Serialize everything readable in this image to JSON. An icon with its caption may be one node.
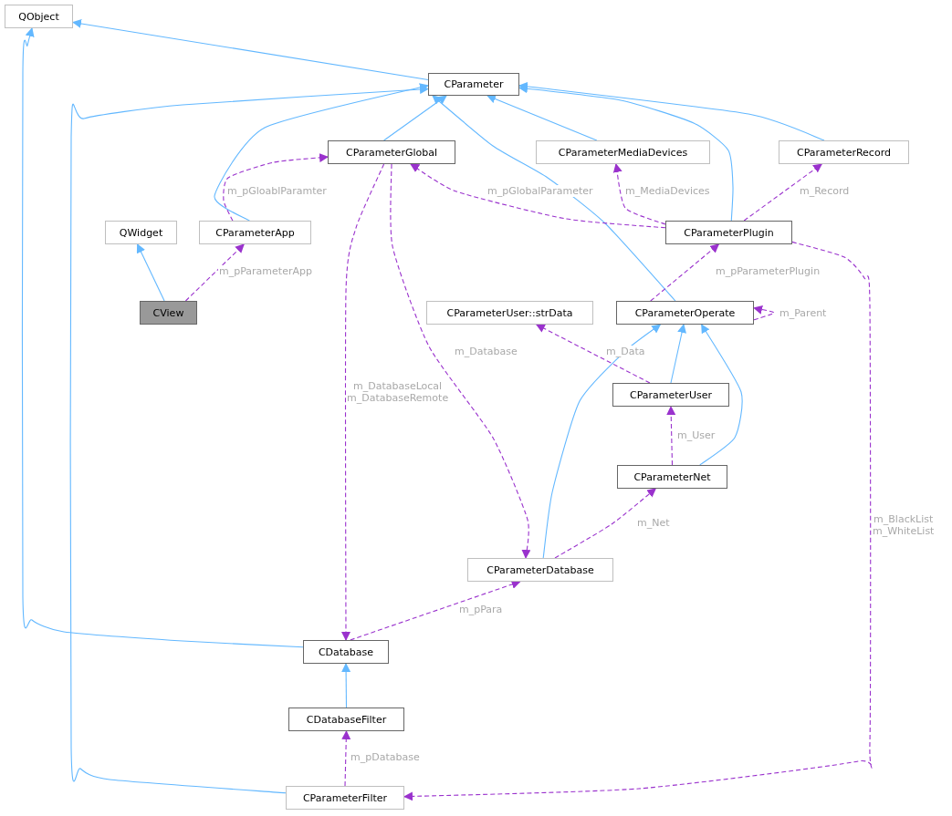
{
  "diagram": {
    "nodes": [
      {
        "text": [
          "QObject"
        ]
      },
      {
        "text": [
          "CParameter"
        ]
      },
      {
        "text": [
          "CParameterGlobal"
        ]
      },
      {
        "text": [
          "CParameterMediaDevices"
        ]
      },
      {
        "text": [
          "CParameterRecord"
        ]
      },
      {
        "text": [
          "QWidget"
        ]
      },
      {
        "text": [
          "CParameterApp"
        ]
      },
      {
        "text": [
          "CParameterPlugin"
        ]
      },
      {
        "text": [
          "CView"
        ]
      },
      {
        "text": [
          "CParameterUser::strData"
        ]
      },
      {
        "text": [
          "CParameterOperate"
        ]
      },
      {
        "text": [
          "CParameterUser"
        ]
      },
      {
        "text": [
          "CParameterNet"
        ]
      },
      {
        "text": [
          "CParameterDatabase"
        ]
      },
      {
        "text": [
          "CDatabase"
        ]
      },
      {
        "text": [
          "CDatabaseFilter"
        ]
      },
      {
        "text": [
          "CParameterFilter"
        ]
      }
    ],
    "edges": [
      {
        "from": 1,
        "to": 0,
        "arrow": "to",
        "color": "#63b8ff"
      },
      {
        "from": 2,
        "to": 1,
        "arrow": "to",
        "color": "#63b8ff"
      },
      {
        "from": 3,
        "to": 1,
        "arrow": "to",
        "color": "#63b8ff"
      },
      {
        "from": 4,
        "to": 1,
        "arrow": "to",
        "color": "#63b8ff"
      },
      {
        "from": 6,
        "to": 1,
        "arrow": "to",
        "color": "#63b8ff"
      },
      {
        "from": 7,
        "to": 1,
        "arrow": "to",
        "color": "#63b8ff"
      },
      {
        "from": 10,
        "to": 1,
        "arrow": "to",
        "color": "#63b8ff"
      },
      {
        "from": 8,
        "to": 5,
        "arrow": "to",
        "color": "#63b8ff"
      },
      {
        "from": 11,
        "to": 10,
        "arrow": "to",
        "color": "#63b8ff"
      },
      {
        "from": 12,
        "to": 10,
        "arrow": "to",
        "color": "#63b8ff"
      },
      {
        "from": 13,
        "to": 10,
        "arrow": "to",
        "color": "#63b8ff"
      },
      {
        "from": 14,
        "to": 0,
        "arrow": "to",
        "color": "#63b8ff"
      },
      {
        "from": 15,
        "to": 14,
        "arrow": "to",
        "color": "#63b8ff"
      },
      {
        "from": 16,
        "to": 1,
        "arrow": "to",
        "color": "#63b8ff"
      },
      {
        "from": 6,
        "to": 2,
        "arrow": "to",
        "style": "dashed",
        "label": "m_pGloablParamter"
      },
      {
        "from": 8,
        "to": 6,
        "arrow": "to",
        "style": "dashed",
        "label": "m_pParameterApp"
      },
      {
        "from": 7,
        "to": 2,
        "arrow": "to",
        "style": "dashed",
        "label": "m_pGlobalParameter"
      },
      {
        "from": 7,
        "to": 3,
        "arrow": "to",
        "style": "dashed",
        "label": "m_MediaDevices"
      },
      {
        "from": 7,
        "to": 4,
        "arrow": "to",
        "style": "dashed",
        "label": "m_Record"
      },
      {
        "from": 10,
        "to": 7,
        "arrow": "to",
        "style": "dashed",
        "label": "m_pParameterPlugin"
      },
      {
        "from": 10,
        "to": 10,
        "arrow": "to",
        "style": "dashed",
        "label": "m_Parent"
      },
      {
        "from": 11,
        "to": 9,
        "arrow": "to",
        "style": "dashed",
        "label": "m_Data"
      },
      {
        "from": 12,
        "to": 11,
        "arrow": "to",
        "style": "dashed",
        "label": "m_User"
      },
      {
        "from": 13,
        "to": 12,
        "arrow": "to",
        "style": "dashed",
        "label": "m_Net"
      },
      {
        "from": 2,
        "to": 13,
        "arrow": "to",
        "style": "dashed",
        "label": "m_Database"
      },
      {
        "from": 2,
        "to": 14,
        "arrow": "to",
        "style": "dashed",
        "label": "m_DatabaseLocal m_DatabaseRemote"
      },
      {
        "from": 14,
        "to": 13,
        "arrow": "to",
        "style": "dashed",
        "label": "m_pPara"
      },
      {
        "from": 16,
        "to": 15,
        "arrow": "to",
        "style": "dashed",
        "label": "m_pDatabase"
      },
      {
        "from": 7,
        "to": 16,
        "arrow": "to",
        "style": "dashed",
        "label": "m_BlackList m_WhiteList"
      }
    ]
  }
}
